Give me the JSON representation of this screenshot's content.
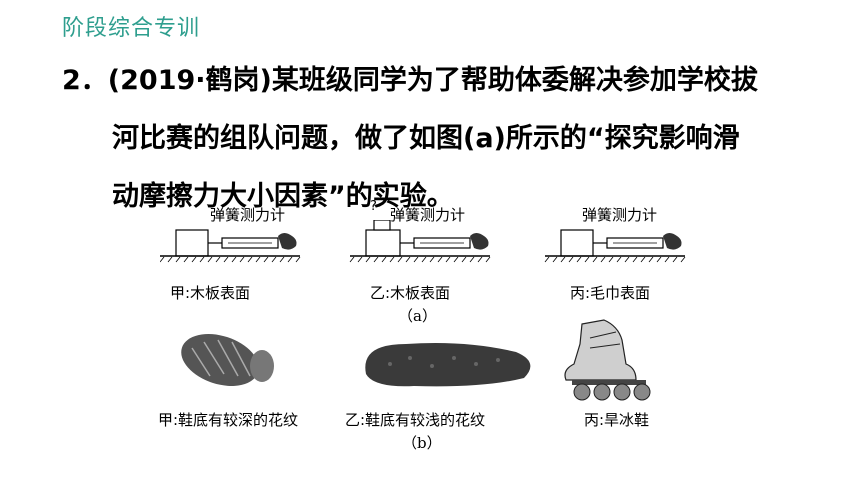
{
  "header": {
    "title": "阶段综合专训"
  },
  "question": {
    "lines": [
      "2．(2019·鹤岗)某班级同学为了帮助体委解决参加学校拔",
      "河比赛的组队问题，做了如图(a)所示的“探究影响滑",
      "动摩擦力大小因素”的实验。"
    ]
  },
  "figure_a": {
    "panels": [
      {
        "spring_label": "弹簧测力计",
        "caption": "甲:木板表面"
      },
      {
        "spring_label": "弹簧测力计",
        "weight_mark": "?",
        "caption": "乙:木板表面"
      },
      {
        "spring_label": "弹簧测力计",
        "caption": "丙:毛巾表面"
      }
    ],
    "label": "（a）"
  },
  "figure_b": {
    "panels": [
      {
        "caption": "甲:鞋底有较深的花纹"
      },
      {
        "caption": "乙:鞋底有较浅的花纹"
      },
      {
        "caption": "丙:旱冰鞋"
      }
    ],
    "label": "（b）"
  }
}
